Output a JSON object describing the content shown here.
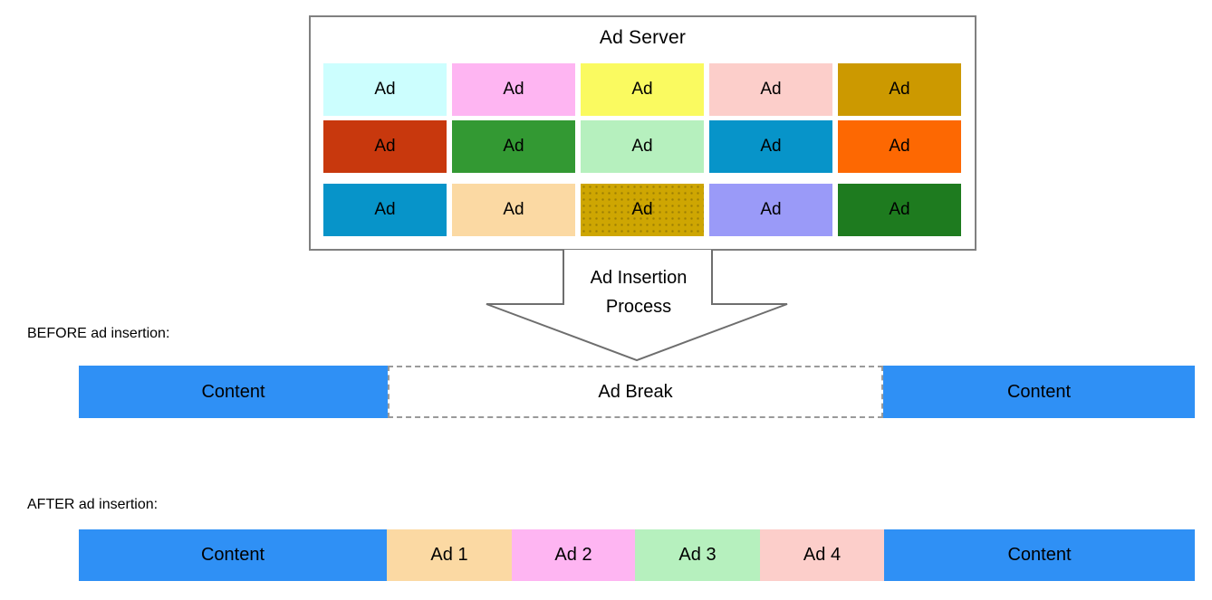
{
  "diagram": {
    "ad_server": {
      "title": "Ad Server",
      "cells": [
        {
          "label": "Ad",
          "color": "#CCFEFE"
        },
        {
          "label": "Ad",
          "color": "#FEB5F2"
        },
        {
          "label": "Ad",
          "color": "#FAFA60"
        },
        {
          "label": "Ad",
          "color": "#FCCECA"
        },
        {
          "label": "Ad",
          "color": "#CC9900"
        },
        {
          "label": "Ad",
          "color": "#C8380D"
        },
        {
          "label": "Ad",
          "color": "#339933"
        },
        {
          "label": "Ad",
          "color": "#B6F0BE"
        },
        {
          "label": "Ad",
          "color": "#0794C9"
        },
        {
          "label": "Ad",
          "color": "#FD6802"
        },
        {
          "label": "Ad",
          "color": "#0794C9"
        },
        {
          "label": "Ad",
          "color": "#FBD9A3"
        },
        {
          "label": "Ad",
          "color": "#CEA602"
        },
        {
          "label": "Ad",
          "color": "#9A9AF8"
        },
        {
          "label": "Ad",
          "color": "#1E7B1F"
        }
      ]
    },
    "arrow": {
      "label_line1": "Ad Insertion",
      "label_line2": "Process",
      "outline_color": "#6E6E6E"
    },
    "before": {
      "label": "BEFORE ad insertion:",
      "segments": [
        {
          "label": "Content",
          "color": "#2F90F5"
        },
        {
          "label": "Ad Break",
          "color": "#FFFFFF"
        },
        {
          "label": "Content",
          "color": "#2F90F5"
        }
      ]
    },
    "after": {
      "label": "AFTER ad insertion:",
      "segments": [
        {
          "label": "Content",
          "color": "#2F90F5"
        },
        {
          "label": "Ad 1",
          "color": "#FBD9A3"
        },
        {
          "label": "Ad 2",
          "color": "#FEB5F2"
        },
        {
          "label": "Ad 3",
          "color": "#B6F0BE"
        },
        {
          "label": "Ad 4",
          "color": "#FCCECA"
        },
        {
          "label": "Content",
          "color": "#2F90F5"
        }
      ]
    },
    "colors": {
      "box_border": "#808080",
      "dashed_border": "#9A9A9A",
      "content_blue": "#2F90F5"
    }
  }
}
